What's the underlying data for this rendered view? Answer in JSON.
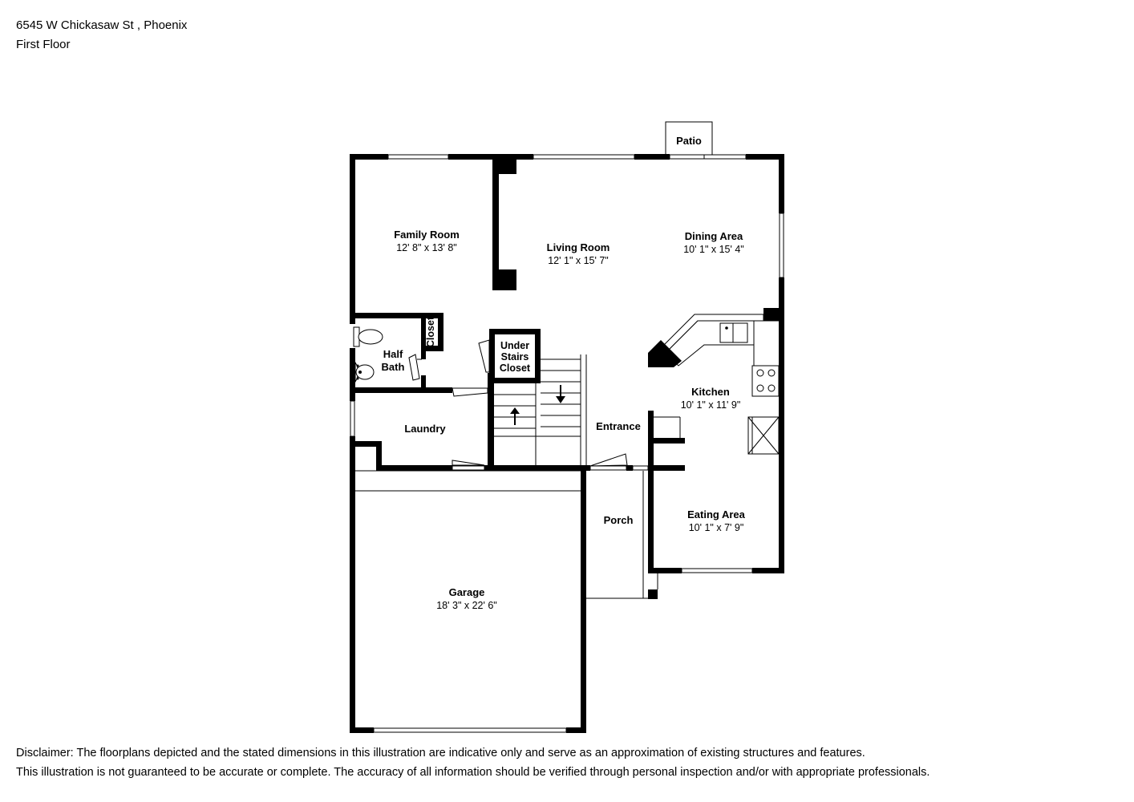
{
  "header": {
    "address": "6545 W Chickasaw St , Phoenix",
    "floor": "First Floor"
  },
  "rooms": {
    "family_room": {
      "name": "Family Room",
      "dims": "12' 8\" x 13' 8\""
    },
    "living_room": {
      "name": "Living Room",
      "dims": "12' 1\" x 15' 7\""
    },
    "dining_area": {
      "name": "Dining Area",
      "dims": "10' 1\" x 15' 4\""
    },
    "patio": {
      "name": "Patio"
    },
    "half_bath": {
      "name_line1": "Half",
      "name_line2": "Bath"
    },
    "closet": {
      "name": "Closet"
    },
    "under_stairs_closet": {
      "line1": "Under",
      "line2": "Stairs",
      "line3": "Closet"
    },
    "laundry": {
      "name": "Laundry"
    },
    "entrance": {
      "name": "Entrance"
    },
    "kitchen": {
      "name": "Kitchen",
      "dims": "10' 1\" x 11' 9\""
    },
    "porch": {
      "name": "Porch"
    },
    "eating_area": {
      "name": "Eating Area",
      "dims": "10' 1\" x 7' 9\""
    },
    "garage": {
      "name": "Garage",
      "dims": "18' 3\" x 22' 6\""
    }
  },
  "icons": {
    "stairs_up": "up-arrow-icon",
    "stairs_down": "down-arrow-icon",
    "toilet": "toilet-icon",
    "sink": "sink-icon",
    "stove": "stove-icon",
    "fridge": "fridge-icon"
  },
  "disclaimer": {
    "line1": "Disclaimer: The floorplans depicted and the stated dimensions in this illustration are indicative only and serve as an approximation of existing structures and features.",
    "line2": "This illustration is not guaranteed to be accurate or complete. The accuracy of all information should be verified through personal inspection and/or with appropriate professionals."
  }
}
